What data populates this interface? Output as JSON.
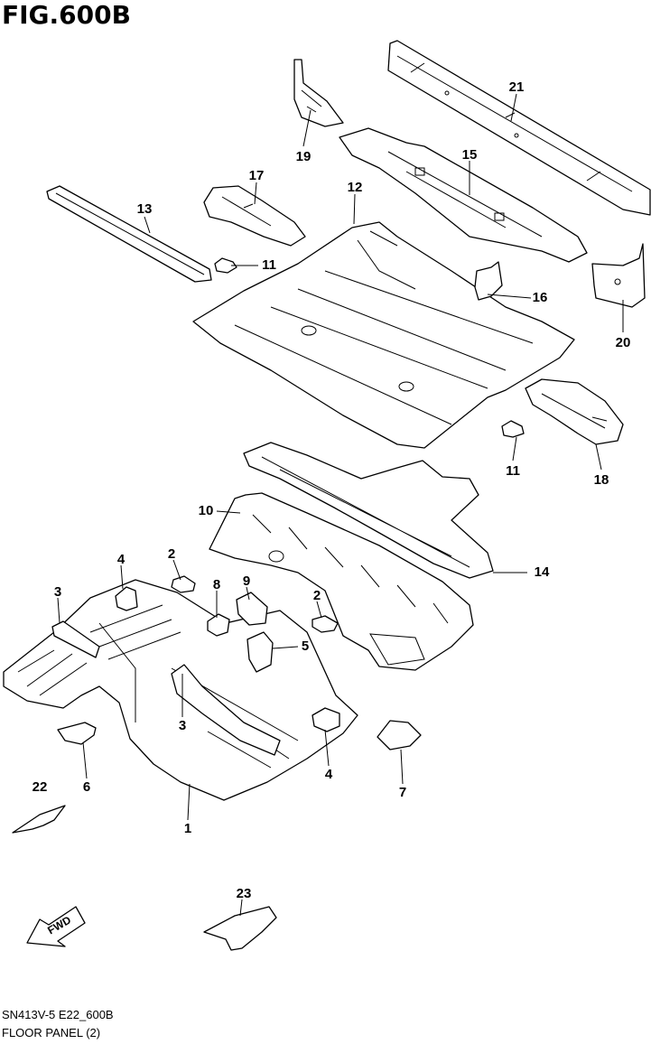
{
  "figure": {
    "title": "FIG.600B",
    "code": "SN413V-5 E22_600B",
    "name": "FLOOR PANEL (2)"
  },
  "fwd_label": "FWD",
  "callouts": [
    {
      "id": "c21",
      "label": "21"
    },
    {
      "id": "c19",
      "label": "19"
    },
    {
      "id": "c15",
      "label": "15"
    },
    {
      "id": "c17",
      "label": "17"
    },
    {
      "id": "c13",
      "label": "13"
    },
    {
      "id": "c12",
      "label": "12"
    },
    {
      "id": "c11a",
      "label": "11"
    },
    {
      "id": "c16",
      "label": "16"
    },
    {
      "id": "c20",
      "label": "20"
    },
    {
      "id": "c11b",
      "label": "11"
    },
    {
      "id": "c18",
      "label": "18"
    },
    {
      "id": "c10",
      "label": "10"
    },
    {
      "id": "c14",
      "label": "14"
    },
    {
      "id": "c2a",
      "label": "2"
    },
    {
      "id": "c4a",
      "label": "4"
    },
    {
      "id": "c9",
      "label": "9"
    },
    {
      "id": "c8",
      "label": "8"
    },
    {
      "id": "c3a",
      "label": "3"
    },
    {
      "id": "c2b",
      "label": "2"
    },
    {
      "id": "c5",
      "label": "5"
    },
    {
      "id": "c3b",
      "label": "3"
    },
    {
      "id": "c4b",
      "label": "4"
    },
    {
      "id": "c6",
      "label": "6"
    },
    {
      "id": "c7",
      "label": "7"
    },
    {
      "id": "c22",
      "label": "22"
    },
    {
      "id": "c1",
      "label": "1"
    },
    {
      "id": "c23",
      "label": "23"
    }
  ]
}
